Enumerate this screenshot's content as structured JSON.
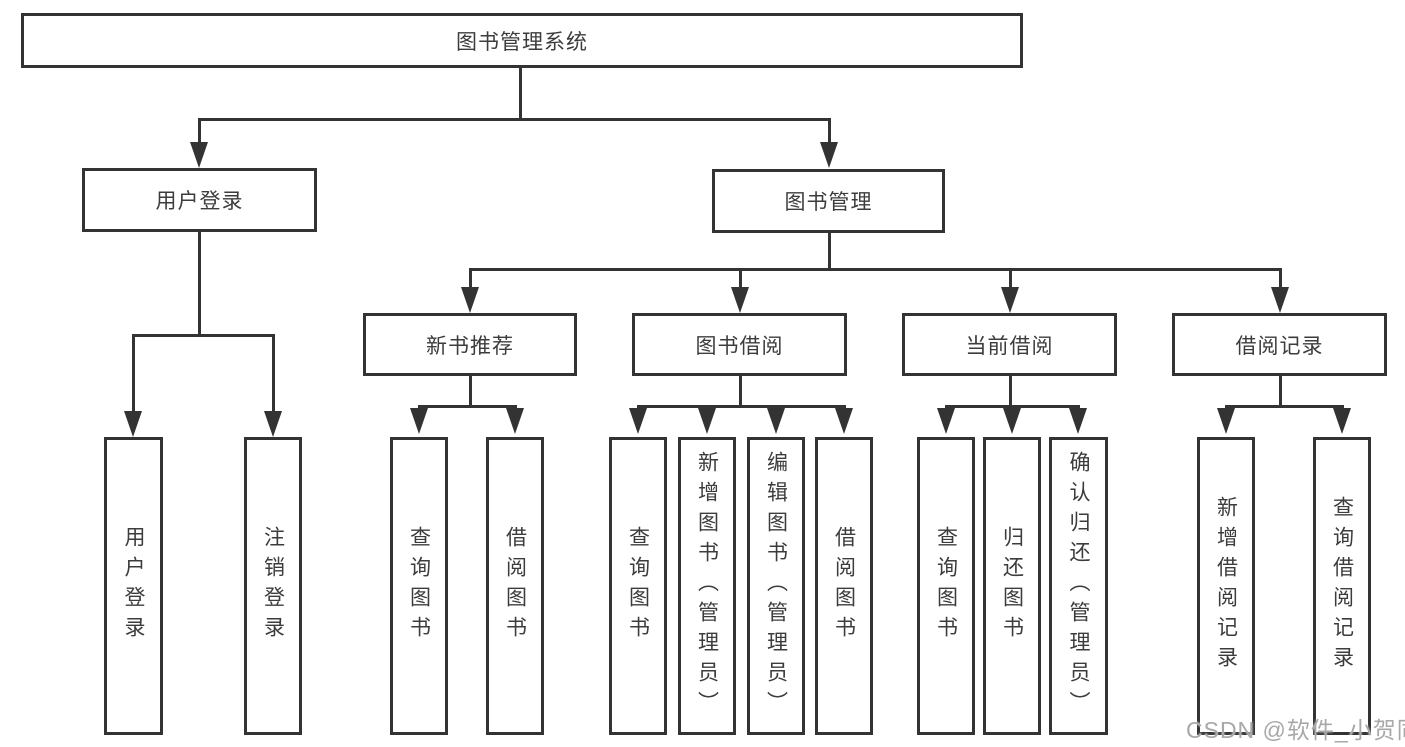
{
  "nodes": {
    "root": {
      "label": "图书管理系统"
    },
    "user_login": {
      "label": "用户登录"
    },
    "book_mgmt": {
      "label": "图书管理"
    },
    "new_book_rec": {
      "label": "新书推荐"
    },
    "book_borrow": {
      "label": "图书借阅"
    },
    "current_borrow": {
      "label": "当前借阅"
    },
    "borrow_record": {
      "label": "借阅记录"
    },
    "leaf_user_login": {
      "label": "用户登录"
    },
    "leaf_logout": {
      "label": "注销登录"
    },
    "leaf_query_book_new": {
      "label": "查询图书"
    },
    "leaf_borrow_book_new": {
      "label": "借阅图书"
    },
    "leaf_query_book_borrow": {
      "label": "查询图书"
    },
    "leaf_add_book_admin": {
      "label": "新增图书（管理员）"
    },
    "leaf_edit_book_admin": {
      "label": "编辑图书（管理员）"
    },
    "leaf_borrow_book_borrow": {
      "label": "借阅图书"
    },
    "leaf_query_book_current": {
      "label": "查询图书"
    },
    "leaf_return_book": {
      "label": "归还图书"
    },
    "leaf_confirm_return_admin": {
      "label": "确认归还（管理员）"
    },
    "leaf_add_borrow_record": {
      "label": "新增借阅记录"
    },
    "leaf_query_borrow_record": {
      "label": "查询借阅记录"
    }
  },
  "watermark": {
    "label": "CSDN @软件_小贺同学"
  },
  "colors": {
    "line": "#333333",
    "text": "#3c3c3c",
    "background": "#ffffff",
    "watermark": "#a8a8a8"
  }
}
